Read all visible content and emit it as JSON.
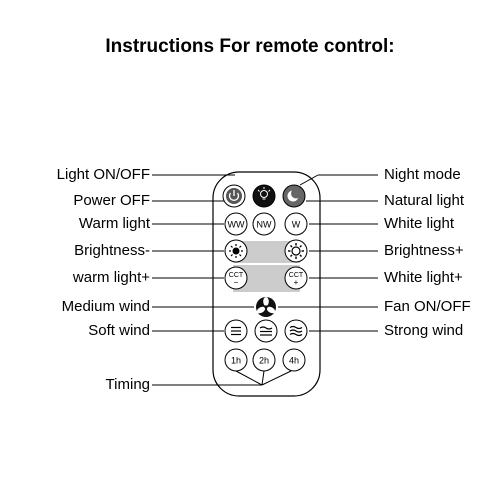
{
  "title": "Instructions For remote control:",
  "labels_left": {
    "light_on_off": "Light ON/OFF",
    "power_off": "Power OFF",
    "warm_light": "Warm light",
    "brightness_minus": "Brightness-",
    "warm_light_plus": "warm light+",
    "medium_wind": "Medium wind",
    "soft_wind": "Soft wind",
    "timing": "Timing"
  },
  "labels_right": {
    "night_mode": "Night mode",
    "natural_light": "Natural light",
    "white_light": "White light",
    "brightness_plus": "Brightness+",
    "white_light_plus": "White light+",
    "fan_on_off": "Fan ON/OFF",
    "strong_wind": "Strong wind"
  },
  "buttons": {
    "ww": "WW",
    "nw": "NW",
    "w": "W",
    "cct": "CCT",
    "cct_minus": "−",
    "cct_plus": "+",
    "t1": "1h",
    "t2": "2h",
    "t4": "4h"
  },
  "colors": {
    "line": "#000000",
    "button_fill": "#ffffff",
    "dark_button": "#333333",
    "bar": "#cccccc"
  }
}
